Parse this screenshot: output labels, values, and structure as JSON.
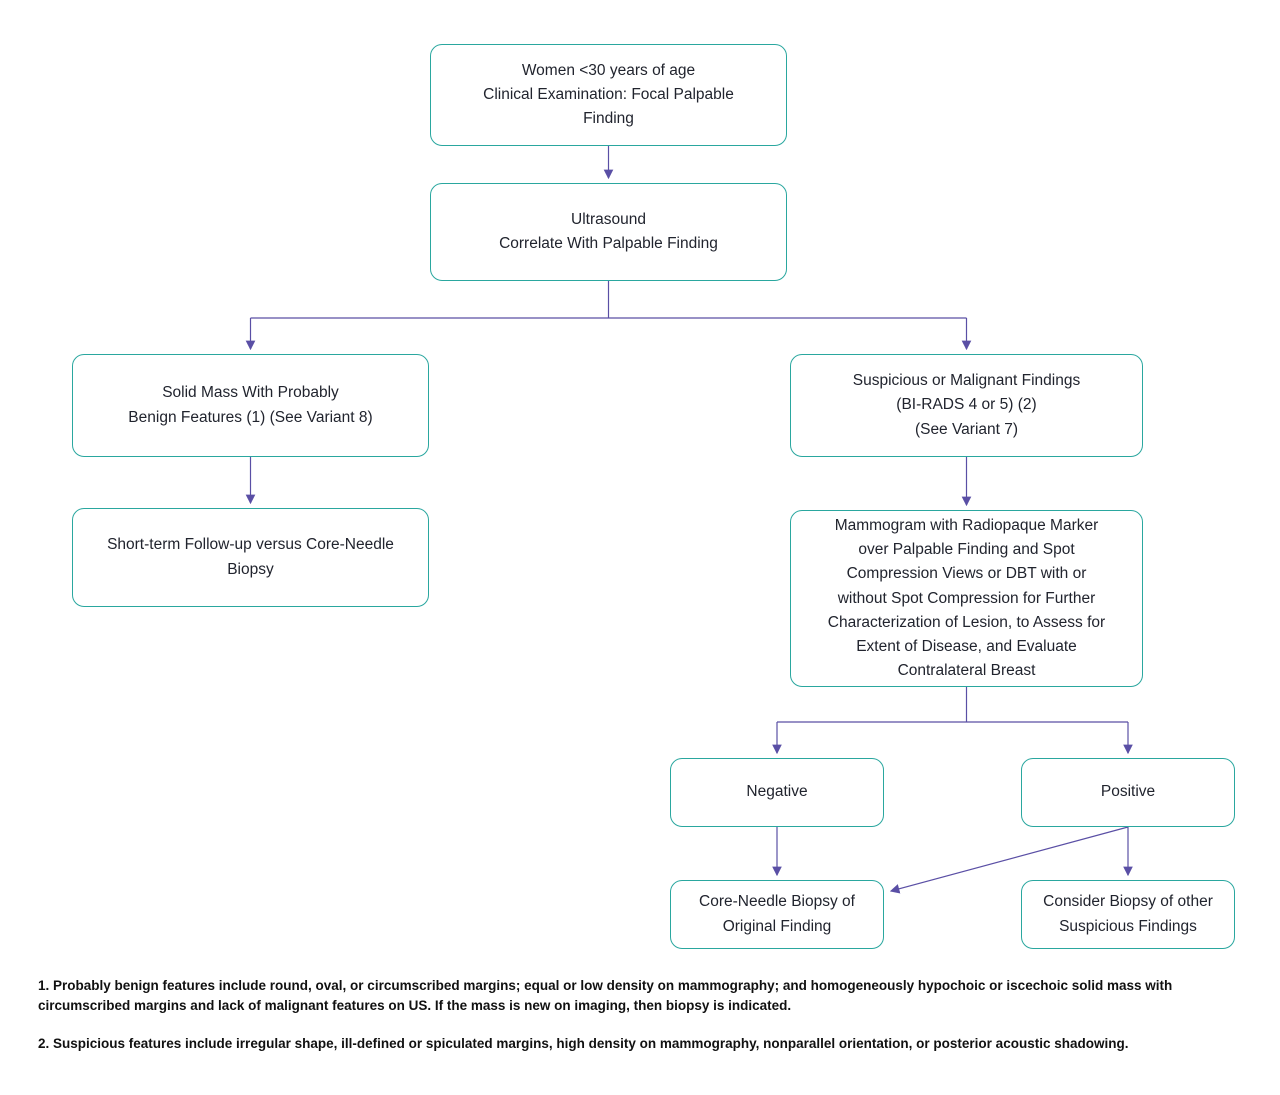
{
  "colors": {
    "box_border": "#2aa79f",
    "arrow": "#5a4fa5",
    "text": "#21242e",
    "footnote_text": "#111111",
    "bg": "#ffffff"
  },
  "nodes": {
    "root": {
      "label": "Women <30 years of age\nClinical Examination: Focal Palpable\nFinding"
    },
    "ultrasound": {
      "label": "Ultrasound\nCorrelate With Palpable Finding"
    },
    "benign": {
      "label": "Solid Mass With Probably\nBenign Features (1) (See Variant 8)"
    },
    "suspicious": {
      "label": "Suspicious or Malignant Findings\n(BI-RADS 4 or 5) (2)\n(See Variant 7)"
    },
    "followup": {
      "label": "Short-term Follow-up versus Core-Needle\nBiopsy"
    },
    "mammogram": {
      "label": "Mammogram with Radiopaque Marker\nover Palpable Finding and Spot\nCompression Views or DBT with or\nwithout Spot Compression for Further\nCharacterization of Lesion, to Assess for\nExtent of Disease, and Evaluate\nContralateral Breast"
    },
    "negative": {
      "label": "Negative"
    },
    "positive": {
      "label": "Positive"
    },
    "core_biopsy": {
      "label": "Core-Needle Biopsy of\nOriginal Finding"
    },
    "consider_biopsy": {
      "label": "Consider Biopsy of other\nSuspicious Findings"
    }
  },
  "footnotes": [
    "1. Probably benign features include round, oval, or circumscribed margins; equal or low density on mammography; and homogeneously hypochoic or iscechoic solid mass with circumscribed margins and lack of malignant features on US. If the mass is new on imaging, then biopsy is indicated.",
    "2. Suspicious features include irregular shape, ill-defined or spiculated margins, high density on mammography, nonparallel orientation, or posterior acoustic shadowing."
  ]
}
